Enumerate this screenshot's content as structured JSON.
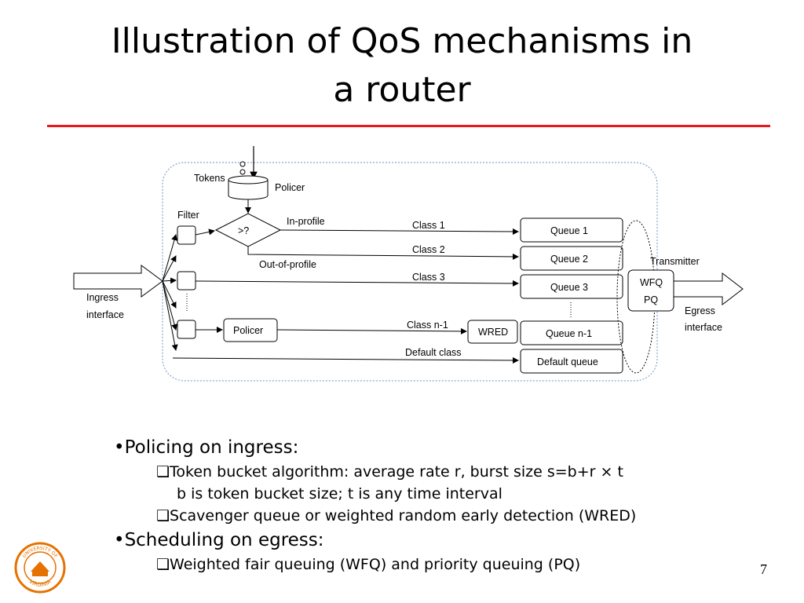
{
  "slide": {
    "title_line1": "Illustration of QoS mechanisms in",
    "title_line2": "a router",
    "page_number": "7"
  },
  "diagram": {
    "tokens": "Tokens",
    "policer_top": "Policer",
    "filter": "Filter",
    "compare": ">?",
    "in_profile": "In-profile",
    "out_of_profile": "Out-of-profile",
    "class1": "Class 1",
    "class2": "Class 2",
    "class3": "Class 3",
    "classn1": "Class n-1",
    "default_class": "Default class",
    "queue1": "Queue 1",
    "queue2": "Queue 2",
    "queue3": "Queue 3",
    "queuen1": "Queue n-1",
    "default_queue": "Default queue",
    "policer_box": "Policer",
    "wred": "WRED",
    "transmitter": "Transmitter",
    "wfq": "WFQ",
    "pq": "PQ",
    "ingress1": "Ingress",
    "ingress2": "interface",
    "egress1": "Egress",
    "egress2": "interface"
  },
  "bullets": [
    {
      "level": 1,
      "text": "•Policing on ingress:"
    },
    {
      "level": 2,
      "text": "❑Token bucket algorithm: average rate r, burst size s=b+r × t"
    },
    {
      "level": 3,
      "text": "b is token bucket size; t is any time interval"
    },
    {
      "level": 2,
      "text": "❑Scavenger queue or weighted random early detection (WRED)"
    },
    {
      "level": 1,
      "text": "•Scheduling on egress:"
    },
    {
      "level": 2,
      "text": "❑Weighted fair queuing (WFQ) and priority queuing (PQ)"
    }
  ],
  "logo": {
    "top_text": "UNIVERSITY OF",
    "bottom_text": "VIRGINIA"
  },
  "colors": {
    "accent_rule": "#e8191b",
    "logo_orange": "#e57200",
    "dotted_border": "#6f8fc9"
  }
}
